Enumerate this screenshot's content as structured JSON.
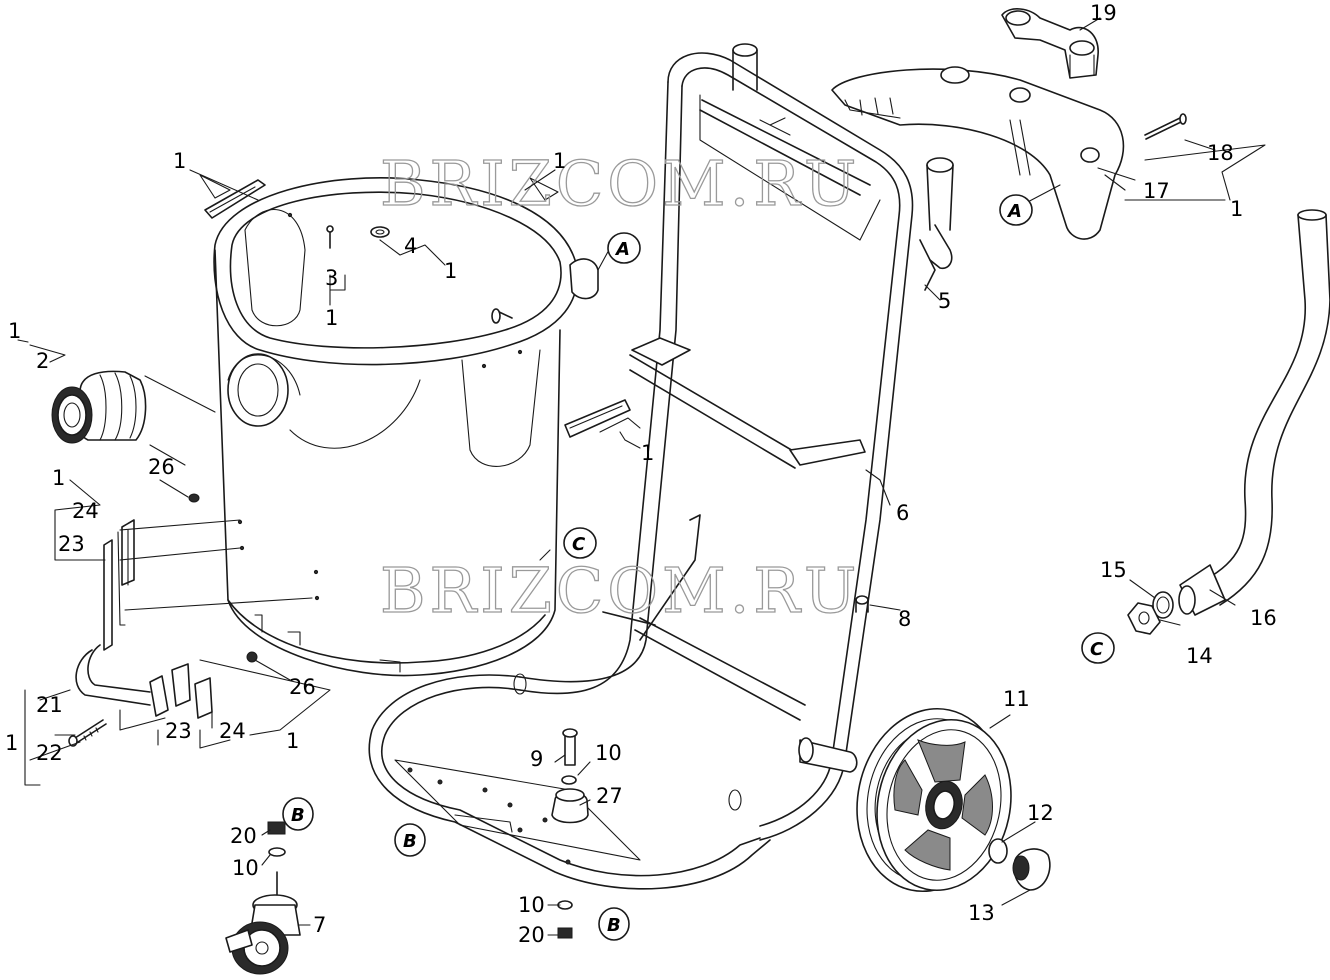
{
  "watermark": "BRIZCOM.RU",
  "ref_badges": [
    "A",
    "A",
    "B",
    "B",
    "B",
    "C",
    "C"
  ],
  "callouts": [
    "1",
    "1",
    "1",
    "1",
    "1",
    "1",
    "1",
    "1",
    "1",
    "1",
    "2",
    "3",
    "4",
    "5",
    "6",
    "7",
    "8",
    "9",
    "10",
    "10",
    "10",
    "11",
    "12",
    "13",
    "14",
    "15",
    "16",
    "17",
    "18",
    "19",
    "20",
    "20",
    "21",
    "22",
    "23",
    "23",
    "24",
    "24",
    "26",
    "26",
    "27"
  ],
  "colors": {
    "line": "#1a1a1a",
    "watermark": "#9a9a9a",
    "background": "#ffffff"
  }
}
